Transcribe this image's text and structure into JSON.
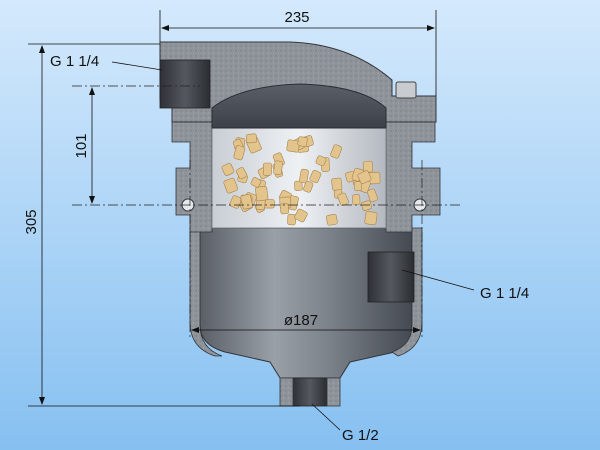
{
  "dimensions": {
    "top_width": "235",
    "height_total": "305",
    "height_inlet": "101",
    "diameter": "ø187"
  },
  "callouts": {
    "inlet_thread": "G 1 1/4",
    "outlet_thread": "G 1 1/4",
    "drain_thread": "G 1/2"
  },
  "colors": {
    "background_top": "#cfe6fb",
    "background_bottom": "#8bc3f2",
    "metal_dark": "#4b4f56",
    "metal_mid": "#7b8088",
    "metal_light": "#b9bec6",
    "section_hatch": "#8e9298",
    "rings": "#e3c48c"
  }
}
